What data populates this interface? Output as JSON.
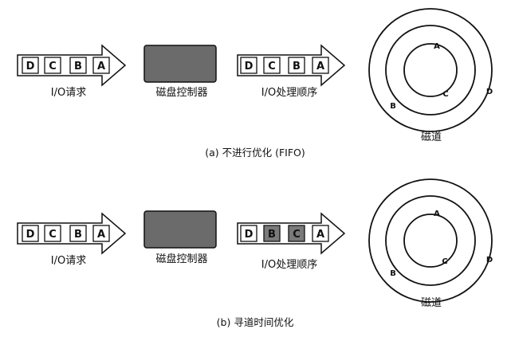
{
  "panels": [
    {
      "id": "a",
      "caption": "(a)  不进行优化  (FIFO)",
      "request_queue": {
        "label": "I/O请求",
        "items": [
          "D",
          "C",
          "B",
          "A"
        ]
      },
      "controller": {
        "label": "磁盘控制器"
      },
      "processing_queue": {
        "label": "I/O处理顺序",
        "items": [
          "D",
          "C",
          "B",
          "A"
        ],
        "highlighted": [
          false,
          false,
          false,
          false
        ]
      },
      "disk": {
        "label": "磁道",
        "points": [
          {
            "letter": "A",
            "track": 3
          },
          {
            "letter": "C",
            "track": 3
          },
          {
            "letter": "B",
            "track": 2
          },
          {
            "letter": "D",
            "track": 1
          }
        ]
      }
    },
    {
      "id": "b",
      "caption": "(b)  寻道时间优化",
      "request_queue": {
        "label": "I/O请求",
        "items": [
          "D",
          "C",
          "B",
          "A"
        ]
      },
      "controller": {
        "label": "磁盘控制器"
      },
      "processing_queue": {
        "label": "I/O处理顺序",
        "items": [
          "D",
          "B",
          "C",
          "A"
        ],
        "highlighted": [
          false,
          true,
          true,
          false
        ]
      },
      "disk": {
        "label": "磁道",
        "points": [
          {
            "letter": "A",
            "track": 3
          },
          {
            "letter": "C",
            "track": 3
          },
          {
            "letter": "B",
            "track": 2
          },
          {
            "letter": "D",
            "track": 1
          }
        ]
      }
    }
  ],
  "colors": {
    "stroke": "#111111",
    "controller_fill": "#6b6b6b",
    "highlight_fill": "#7a7a7a",
    "background": "#ffffff"
  }
}
